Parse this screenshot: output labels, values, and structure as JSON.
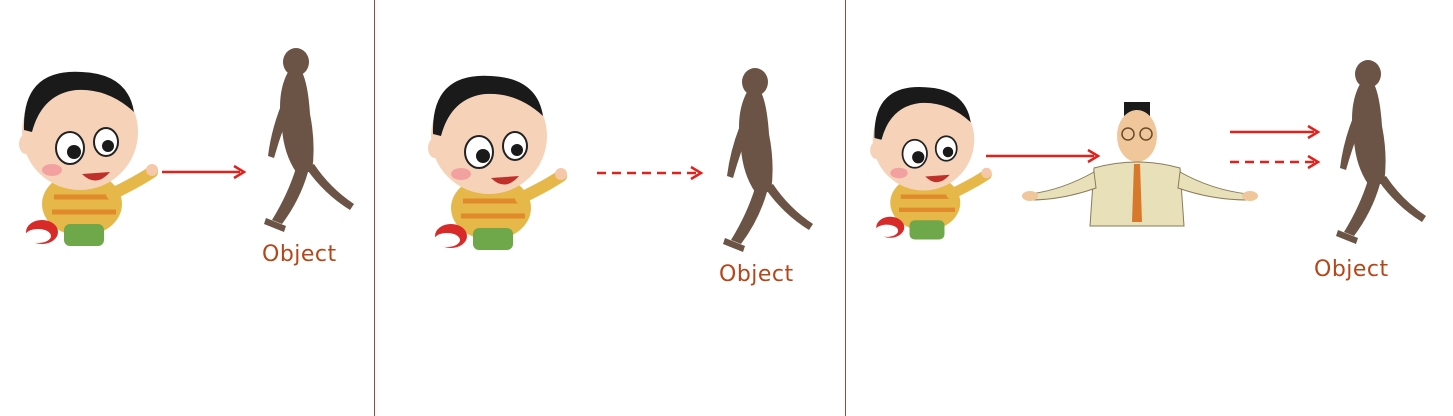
{
  "panels": [
    {
      "object_label": "Object",
      "arrow": "solid"
    },
    {
      "object_label": "Object",
      "arrow": "dashed"
    },
    {
      "object_label": "Object",
      "arrows": [
        "solid",
        "dashed"
      ]
    }
  ],
  "colors": {
    "arrow": "#e2211c",
    "object_text": "#b5461a",
    "divider": "#9a4a3a",
    "ape_body": "#6b5446"
  }
}
